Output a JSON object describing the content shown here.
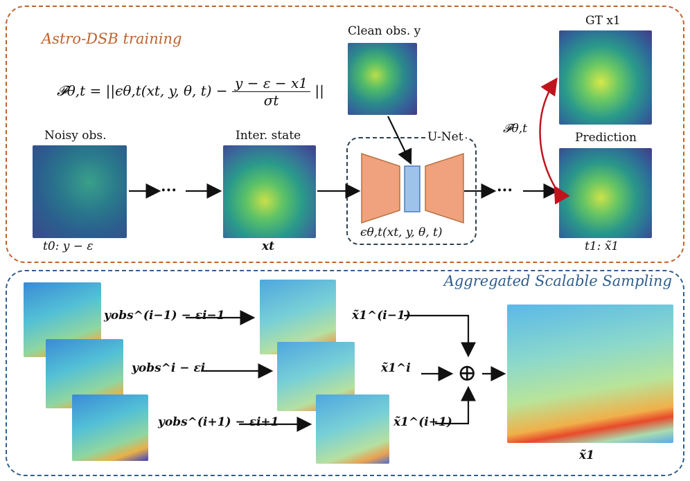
{
  "top": {
    "title": "Astro-DSB training",
    "formula": {
      "lhs": "𝓕θ,t = ||ϵθ,t(xt, y, θ, t) −",
      "num": "y − ε − x1",
      "den": "σt",
      "rhs": "||"
    },
    "noisy_label": "Noisy obs.",
    "noisy_sub": "t0: y − ε",
    "inter_label": "Inter. state",
    "inter_sub": "xt",
    "clean_label": "Clean obs. y",
    "unet_label": "U-Net",
    "unet_sub": "ϵθ,t(xt, y, θ, t)",
    "gt_label": "GT x1",
    "pred_label": "Prediction",
    "pred_sub": "t1: x̃1",
    "loss_label": "𝓕θ,t",
    "dots1": "···",
    "dots2": "···"
  },
  "bottom": {
    "title": "Aggregated Scalable Sampling",
    "in1": "yobs^(i−1) − εi−1",
    "in2": "yobs^i − εi",
    "in3": "yobs^(i+1) − εi+1",
    "out1": "x̃1^(i−1)",
    "out2": "x̃1^i",
    "out3": "x̃1^(i+1)",
    "agg": "⊕",
    "final": "x̃1"
  },
  "colors": {
    "top_border": "#c0622b",
    "bottom_border": "#2e5e8e",
    "unet_orange": "#f0a27e",
    "unet_blue": "#9ec3ea",
    "loss_arrow": "#c0141c"
  }
}
